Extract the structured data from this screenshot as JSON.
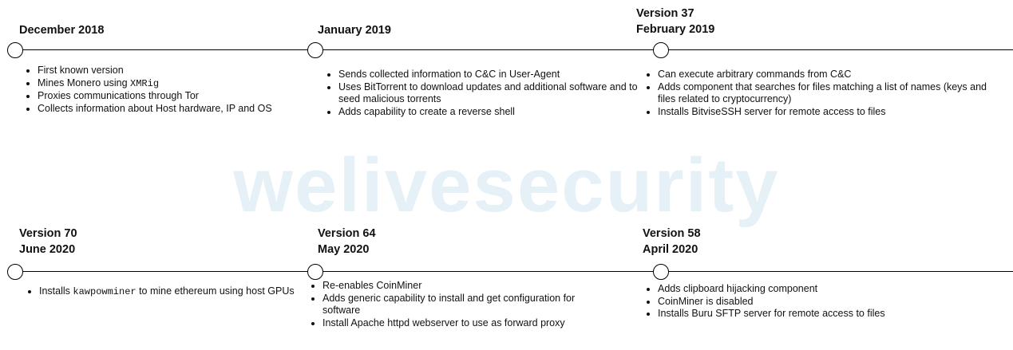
{
  "watermark": "welivesecurity",
  "events": [
    {
      "id": "dec2018",
      "title_lines": [
        "December 2018"
      ],
      "items": [
        [
          "First known version"
        ],
        [
          "Mines Monero using ",
          {
            "mono": "XMRig"
          }
        ],
        [
          "Proxies communications through Tor"
        ],
        [
          "Collects information about Host hardware, IP and OS"
        ]
      ]
    },
    {
      "id": "jan2019",
      "title_lines": [
        "January 2019"
      ],
      "items": [
        [
          "Sends collected information to C&C in User-Agent"
        ],
        [
          "Uses BitTorrent to download updates and additional software and to seed malicious torrents"
        ],
        [
          "Adds capability to create a reverse shell"
        ]
      ]
    },
    {
      "id": "feb2019",
      "title_lines": [
        "Version 37",
        "February 2019"
      ],
      "items": [
        [
          "Can execute arbitrary commands from C&C"
        ],
        [
          "Adds component that searches for files matching a list of names (keys and files related to cryptocurrency)"
        ],
        [
          "Installs BitviseSSH server for remote access to files"
        ]
      ]
    },
    {
      "id": "jun2020",
      "title_lines": [
        "Version 70",
        "June 2020"
      ],
      "items": [
        [
          "Installs ",
          {
            "mono": "kawpowminer"
          },
          " to mine ethereum using host GPUs"
        ]
      ]
    },
    {
      "id": "may2020",
      "title_lines": [
        "Version 64",
        "May 2020"
      ],
      "items": [
        [
          "Re-enables CoinMiner"
        ],
        [
          "Adds generic capability to install and get configuration for software"
        ],
        [
          "Install Apache httpd webserver to use as forward proxy"
        ]
      ]
    },
    {
      "id": "apr2020",
      "title_lines": [
        "Version 58",
        "April 2020"
      ],
      "items": [
        [
          "Adds clipboard hijacking component"
        ],
        [
          "CoinMiner is disabled"
        ],
        [
          "Installs Buru SFTP server for remote access to files"
        ]
      ]
    }
  ]
}
